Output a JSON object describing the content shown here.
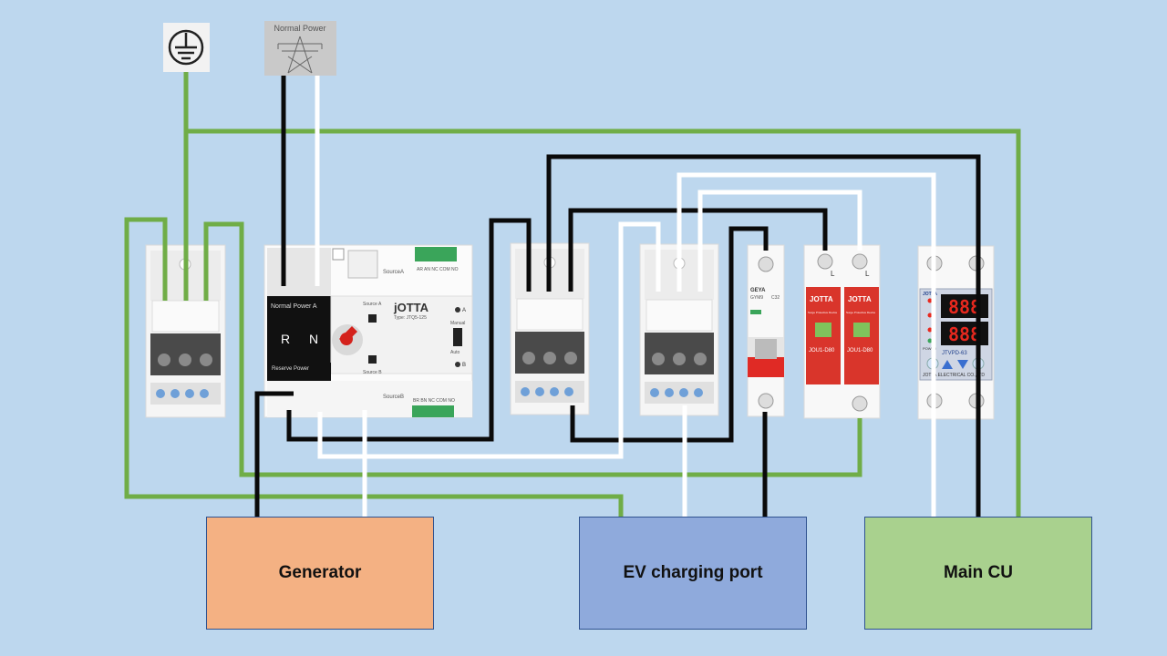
{
  "source": {
    "label": "Normal Power"
  },
  "ats": {
    "brand": "jOTTA",
    "model": "Type: JTQ5-125",
    "power_a": "Normal   Power   A",
    "r": "R",
    "n": "N",
    "source_a": "Source A",
    "source_b": "Source B",
    "source_a_top": "SourceA",
    "source_b_bottom": "SourceB",
    "reserve": "Reserve Power",
    "manual": "Manual",
    "auto": "Auto",
    "a_mark": "A",
    "b_mark": "B",
    "terminal_top": "AR  AN  NC COM NO",
    "terminal_bottom": "BR  BN  NC COM NO"
  },
  "mcb": {
    "brand": "GEYA",
    "model": "GYM9",
    "rating": "C32"
  },
  "spd": {
    "brand": "JOTTA",
    "model": "JOU1-D80",
    "label": "Surge Protective Device",
    "pole_mark": "L"
  },
  "meter": {
    "brand": "JOTTA",
    "display_v": "888",
    "display_a": "888",
    "model": "JTVPD-63",
    "maker": "JOTTA ELECTRICAL CO.,LTD",
    "power": "POWER"
  },
  "boxes": {
    "generator": "Generator",
    "ev": "EV charging port",
    "main": "Main CU"
  }
}
